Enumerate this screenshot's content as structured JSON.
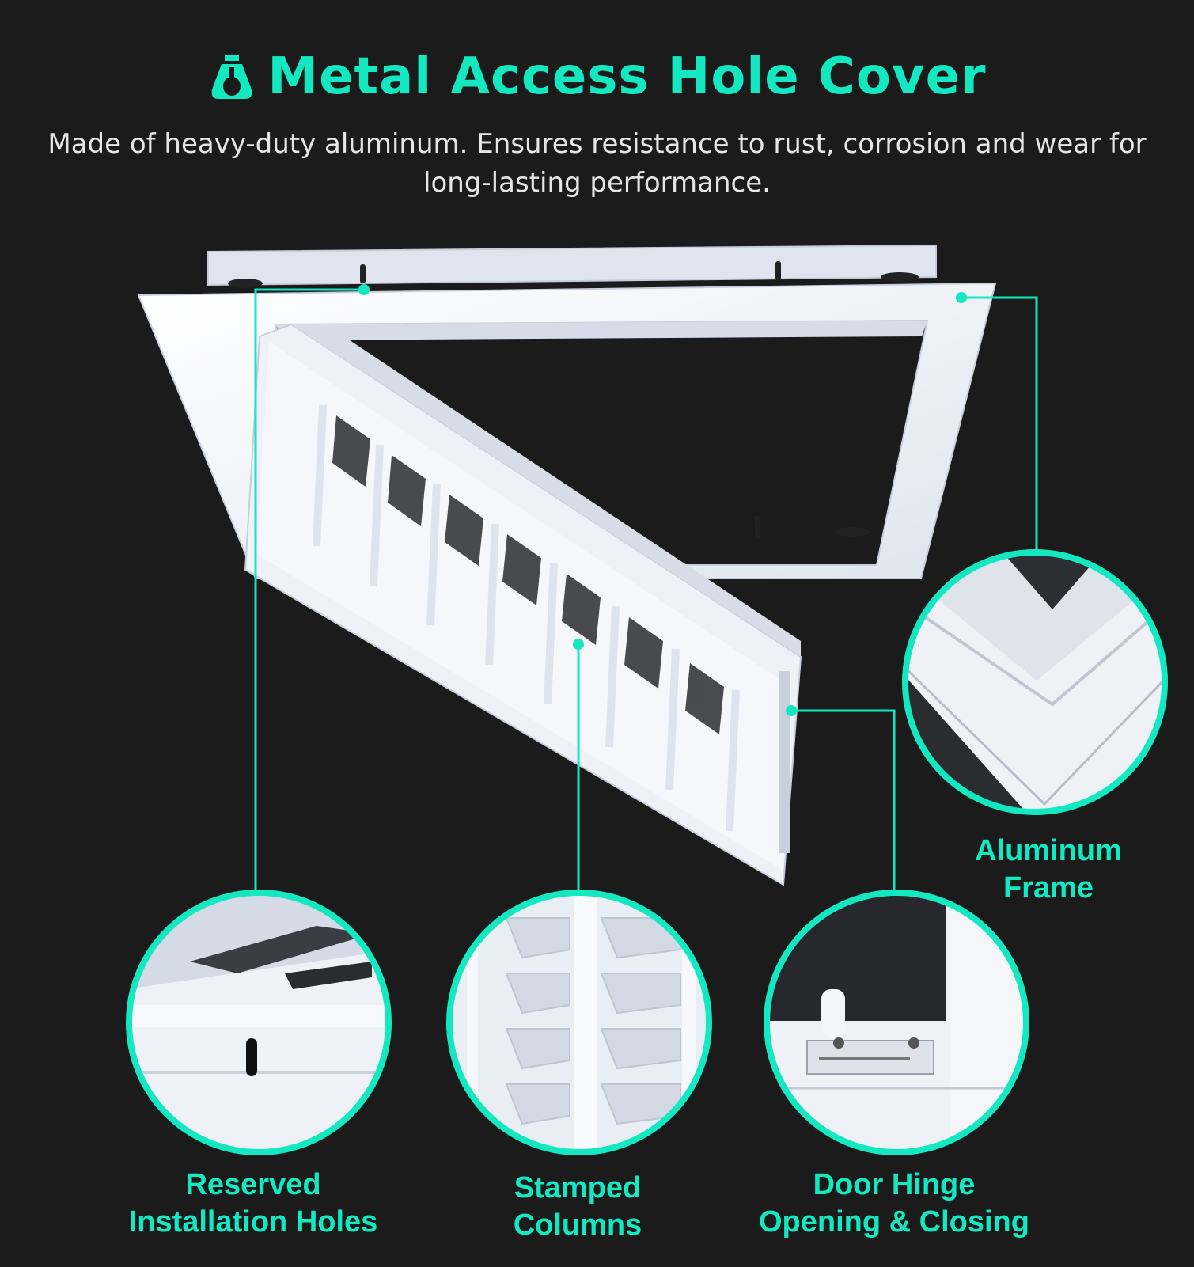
{
  "header": {
    "title": "Metal Access Hole Cover",
    "subtitle": "Made of heavy-duty aluminum. Ensures resistance to rust, corrosion and wear for long-lasting performance."
  },
  "callouts": {
    "aluminum_frame": {
      "line1": "Aluminum",
      "line2": "Frame"
    },
    "installation_holes": {
      "line1": "Reserved",
      "line2": "Installation Holes"
    },
    "stamped_columns": {
      "line1": "Stamped",
      "line2": "Columns"
    },
    "door_hinge": {
      "line1": "Door Hinge",
      "line2": "Opening & Closing"
    }
  },
  "colors": {
    "accent": "#14e8c0",
    "background": "#1b1b1b",
    "metal": "#f2f4f8"
  },
  "icons": {
    "logo": "vent-cover-icon"
  }
}
